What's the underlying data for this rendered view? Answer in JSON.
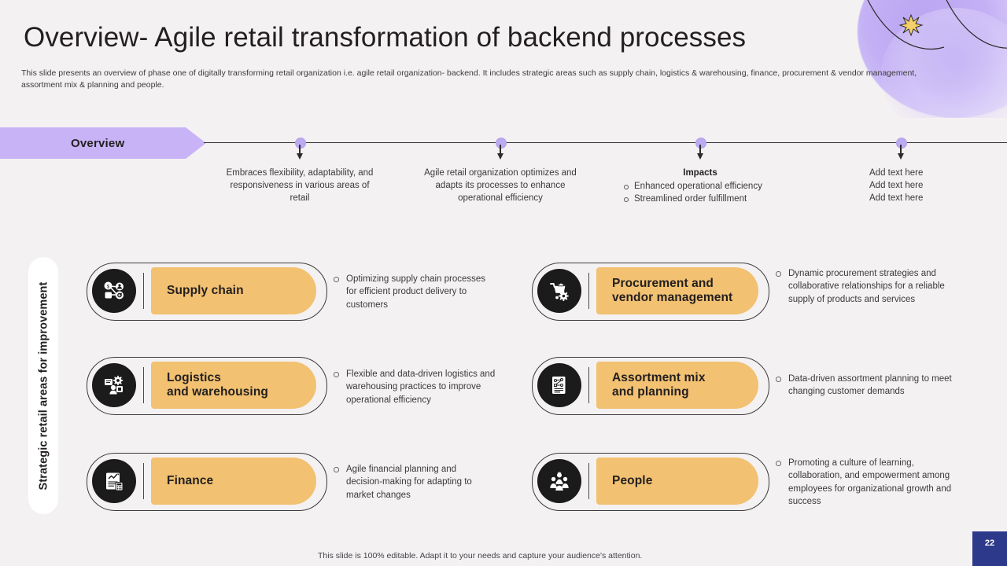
{
  "header": {
    "title": "Overview- Agile retail transformation of backend processes",
    "subtitle": "This slide presents an overview of phase one of digitally transforming retail organization i.e. agile retail organization- backend. It includes strategic areas such as supply chain, logistics & warehousing, finance, procurement & vendor management, assortment mix & planning and people."
  },
  "timeline": {
    "banner_label": "Overview",
    "nodes": [
      {
        "kind": "paragraph",
        "text": "Embraces flexibility, adaptability, and responsiveness in various areas of retail"
      },
      {
        "kind": "paragraph",
        "text": "Agile retail organization optimizes and adapts its processes to enhance operational efficiency"
      },
      {
        "kind": "bullets",
        "heading": "Impacts",
        "bullets": [
          "Enhanced operational efficiency",
          "Streamlined order fulfillment"
        ]
      },
      {
        "kind": "lines",
        "lines": [
          "Add text here",
          "Add text here",
          "Add text here"
        ]
      }
    ]
  },
  "side_label": "Strategic retail areas for improvement",
  "cards": [
    {
      "title": "Supply chain",
      "icon": "supply-chain-network-icon",
      "description": "Optimizing supply chain processes for efficient product delivery to customers"
    },
    {
      "title": "Logistics\nand warehousing",
      "icon": "logistics-warehouse-icon",
      "description": "Flexible and data-driven logistics and warehousing practices to improve operational efficiency"
    },
    {
      "title": "Finance",
      "icon": "finance-report-icon",
      "description": "Agile financial planning and decision-making for adapting to market changes"
    },
    {
      "title": "Procurement and\nvendor management",
      "icon": "procurement-cart-icon",
      "description": "Dynamic procurement strategies and collaborative relationships for a reliable supply of products and services"
    },
    {
      "title": "Assortment mix\nand planning",
      "icon": "assortment-document-icon",
      "description": "Data-driven assortment planning to meet changing customer demands"
    },
    {
      "title": "People",
      "icon": "people-group-icon",
      "description": "Promoting a culture of learning, collaboration, and empowerment among employees for organizational growth and success"
    }
  ],
  "footer": {
    "note": "This slide is 100% editable. Adapt it to your needs and capture your audience's attention.",
    "page_number": "22"
  },
  "colors": {
    "background": "#f4f1f2",
    "accent_purple": "#c9b3f7",
    "pill_orange": "#f2c171",
    "icon_circle": "#1b1b1b",
    "page_badge": "#2d3a8c"
  }
}
